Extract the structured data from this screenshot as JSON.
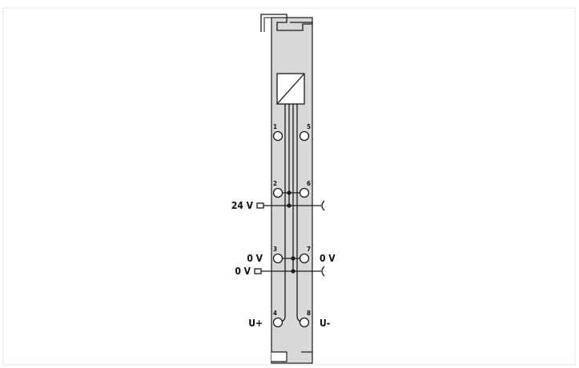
{
  "diagram": {
    "terminals": [
      {
        "number": "1"
      },
      {
        "number": "2"
      },
      {
        "number": "3"
      },
      {
        "number": "4"
      },
      {
        "number": "5"
      },
      {
        "number": "6"
      },
      {
        "number": "7"
      },
      {
        "number": "8"
      }
    ],
    "labels": {
      "supply_24v": "24 V",
      "supply_0v": "0 V",
      "terminal_3": "0 V",
      "terminal_7": "0 V",
      "terminal_4": "U+",
      "terminal_8": "U-"
    },
    "colors": {
      "housing": "#d8d8d8",
      "outline": "#1a1a1a",
      "background": "#ffffff"
    }
  }
}
